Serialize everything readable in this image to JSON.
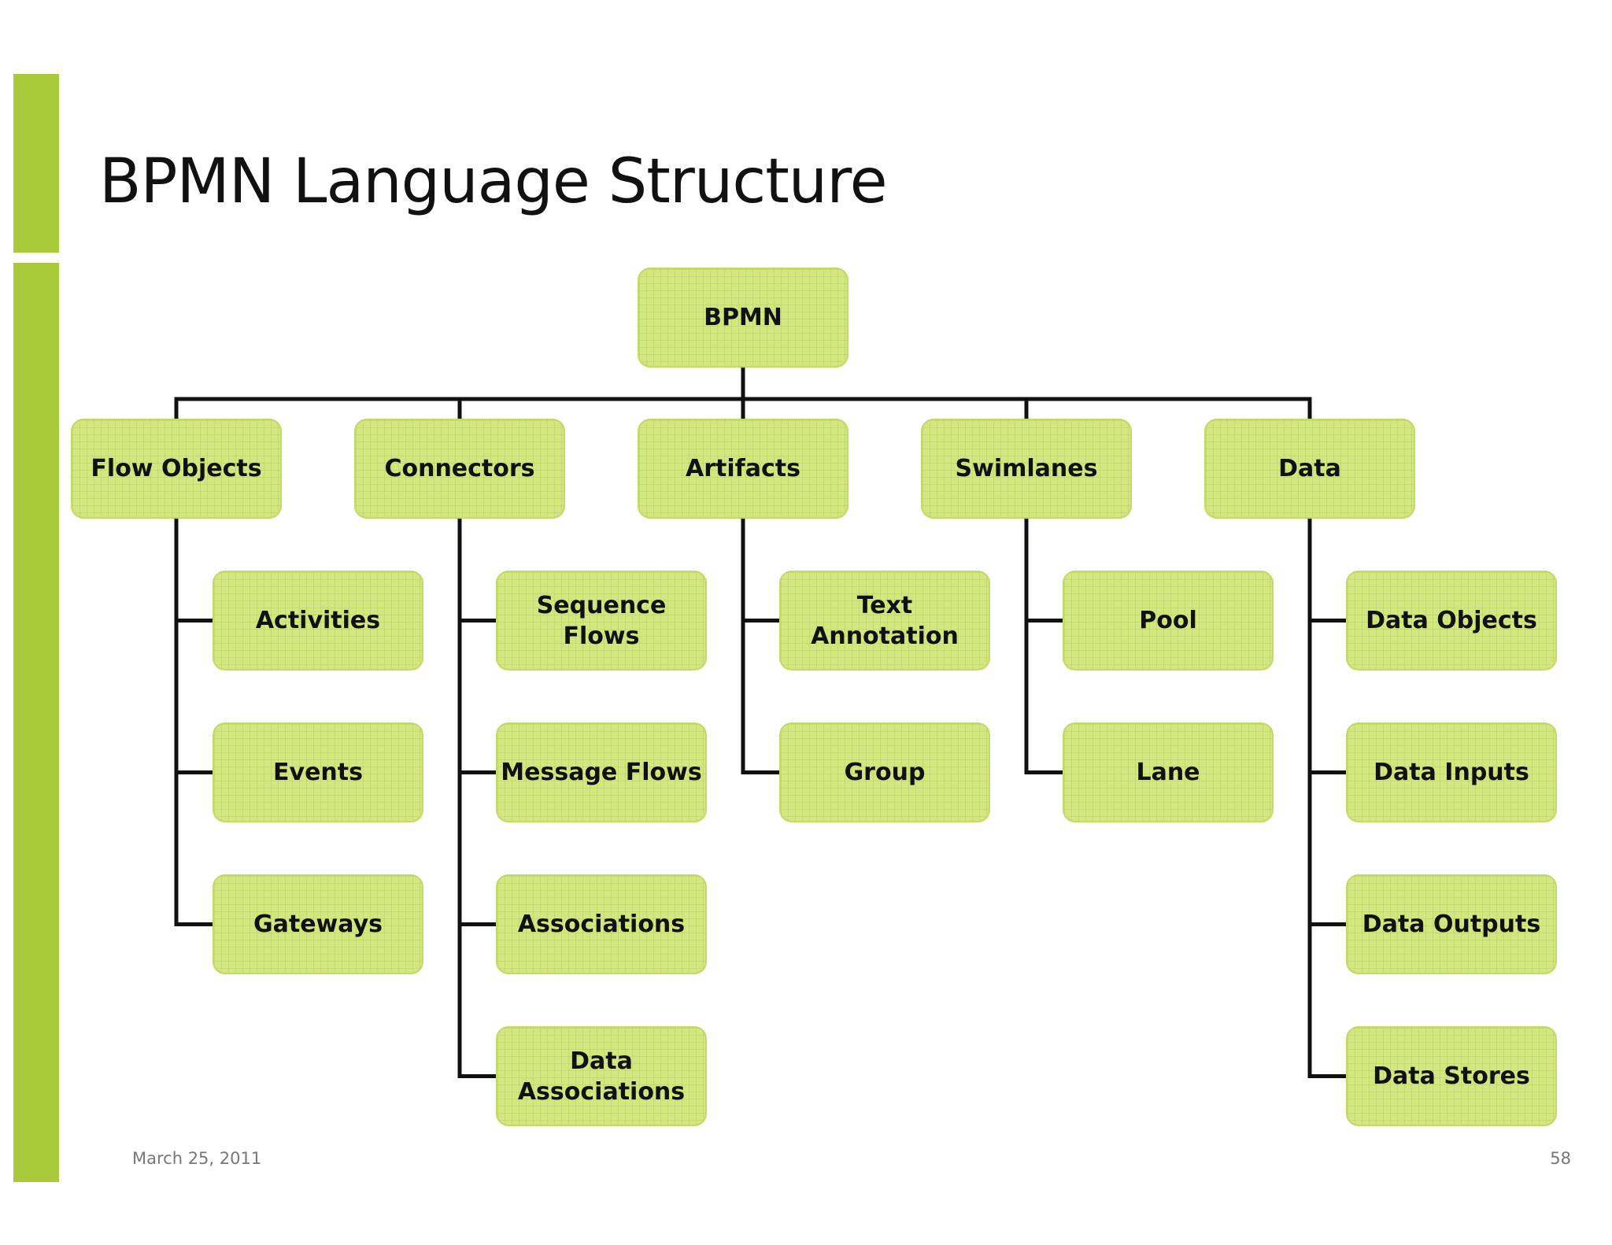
{
  "slide": {
    "title": "BPMN Language Structure",
    "date": "March 25, 2011",
    "page_number": "58"
  },
  "colors": {
    "accent": "#a7c93a",
    "node_fill": "#d3e67f",
    "connector": "#111111"
  },
  "diagram": {
    "root": "BPMN",
    "categories": [
      {
        "label": "Flow Objects",
        "children": [
          "Activities",
          "Events",
          "Gateways"
        ]
      },
      {
        "label": "Connectors",
        "children": [
          "Sequence Flows",
          "Message Flows",
          "Associations",
          "Data\nAssociations"
        ]
      },
      {
        "label": "Artifacts",
        "children": [
          "Text Annotation",
          "Group"
        ]
      },
      {
        "label": "Swimlanes",
        "children": [
          "Pool",
          "Lane"
        ]
      },
      {
        "label": "Data",
        "children": [
          "Data Objects",
          "Data Inputs",
          "Data Outputs",
          "Data Stores"
        ]
      }
    ]
  }
}
